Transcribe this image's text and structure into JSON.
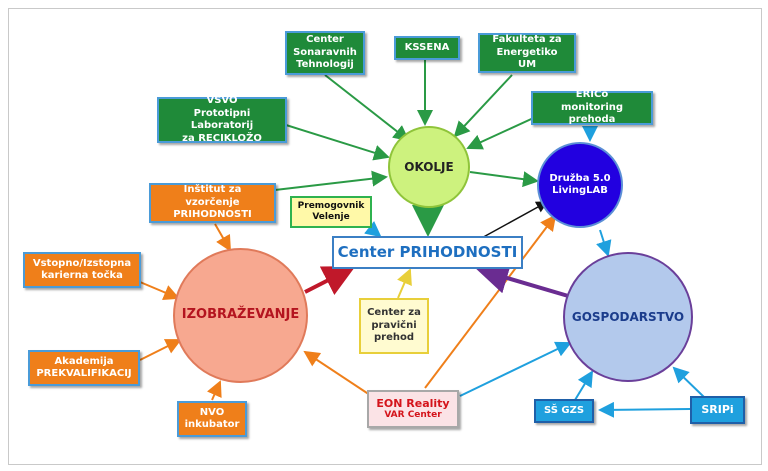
{
  "center": "Center PRIHODNOSTI",
  "hubs": {
    "okolje": "OKOLJE",
    "izobrazevanje": "IZOBRAŽEVANJE",
    "gospodarstvo": "GOSPODARSTVO",
    "druzba_line1": "Družba 5.0",
    "druzba_line2": "LivingLAB"
  },
  "okolje_partners": {
    "cst_line1": "Center",
    "cst_line2": "Sonaravnih",
    "cst_line3": "Tehnologij",
    "kssena": "KSSENA",
    "fe_line1": "Fakulteta za",
    "fe_line2": "Energetiko UM",
    "vsvo_line1": "VŠVO",
    "vsvo_line2": "Prototipni Laboratorij",
    "vsvo_line3": "za RECIKLOŽO",
    "erico_line1": "ERICo",
    "erico_line2": "monitoring prehoda",
    "premog_line1": "Premogovnik",
    "premog_line2": "Velenje"
  },
  "izobrazevanje_partners": {
    "institut_line1": "Inštitut za vzorčenje",
    "institut_line2": "PRIHODNOSTI",
    "vstopno_line1": "Vstopno/Izstopna",
    "vstopno_line2": "karierna točka",
    "akademija_line1": "Akademija",
    "akademija_line2": "PREKVALIFIKACIJ",
    "nvo_line1": "NVO",
    "nvo_line2": "inkubator"
  },
  "other": {
    "pravicni_line1": "Center za",
    "pravicni_line2": "pravični",
    "pravicni_line3": "prehod",
    "eon_line1": "EON Reality",
    "eon_line2": "VAR Center",
    "ssgzs": "SŠ GZS",
    "sripi": "SRIPi"
  },
  "colors": {
    "green": "#1f8a39",
    "orange": "#ef7f1a",
    "blue": "#1fa0de",
    "okolje": "#cdf27e",
    "izobrazevanje": "#f7a890",
    "gospodarstvo": "#b3c9ec",
    "druzba": "#2200e0",
    "red_arrow": "#c0182a",
    "purple_arrow": "#6a2c91"
  }
}
